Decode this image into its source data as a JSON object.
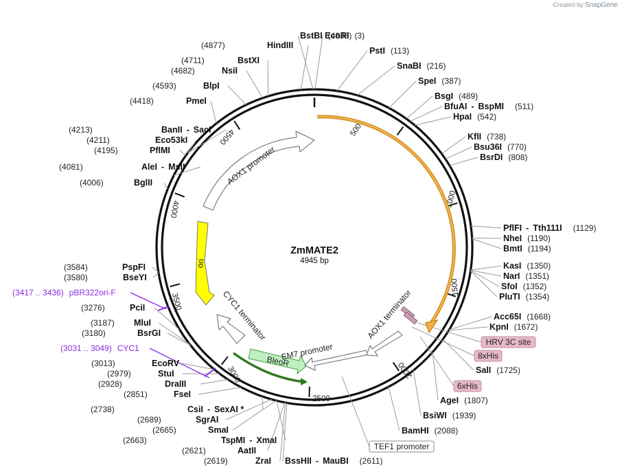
{
  "watermark": {
    "prefix": "Created by",
    "brand": "SnapGene"
  },
  "plasmid": {
    "name": "ZmMATE2",
    "size_label": "4945 bp",
    "length": 4945
  },
  "colors": {
    "orf": "#f2b24a",
    "orf_outline": "#c98a1e",
    "ori": "#ffff00",
    "bleor": "#bfeec0",
    "bleor_outline": "#44a044",
    "tag_fill": "#e6b8c8",
    "primer": "#8a2be2"
  },
  "tick_labels": [
    "500",
    "1000",
    "1500",
    "2000",
    "2500",
    "3000",
    "3500",
    "4000",
    "4500"
  ],
  "sites": [
    {
      "name": "BstBI",
      "pos": "(4938)"
    },
    {
      "name": "EcoRI",
      "pos": "(3)"
    },
    {
      "name": "PstI",
      "pos": "(113)"
    },
    {
      "name": "SnaBI",
      "pos": "(216)"
    },
    {
      "name": "SpeI",
      "pos": "(387)"
    },
    {
      "name": "BsgI",
      "pos": "(489)"
    },
    {
      "name": "BfuAI",
      "name2": "BspMI",
      "pos": "(511)"
    },
    {
      "name": "HpaI",
      "pos": "(542)"
    },
    {
      "name": "KflI",
      "pos": "(738)"
    },
    {
      "name": "Bsu36I",
      "pos": "(770)"
    },
    {
      "name": "BsrDI",
      "pos": "(808)"
    },
    {
      "name": "PflFI",
      "name2": "Tth111I",
      "pos": "(1129)"
    },
    {
      "name": "NheI",
      "pos": "(1190)"
    },
    {
      "name": "BmtI",
      "pos": "(1194)"
    },
    {
      "name": "KasI",
      "pos": "(1350)"
    },
    {
      "name": "NarI",
      "pos": "(1351)"
    },
    {
      "name": "SfoI",
      "pos": "(1352)"
    },
    {
      "name": "PluTI",
      "pos": "(1354)"
    },
    {
      "name": "Acc65I",
      "pos": "(1668)"
    },
    {
      "name": "KpnI",
      "pos": "(1672)"
    },
    {
      "name": "SalI",
      "pos": "(1725)"
    },
    {
      "name": "AgeI",
      "pos": "(1807)"
    },
    {
      "name": "BsiWI",
      "pos": "(1939)"
    },
    {
      "name": "BamHI",
      "pos": "(2088)"
    },
    {
      "name": "BssHII",
      "name2": "MauBI",
      "pos": "(2611)"
    },
    {
      "name": "ZraI",
      "pos": "(2619)"
    },
    {
      "name": "AatII",
      "pos": "(2621)"
    },
    {
      "name": "TspMI",
      "name2": "XmaI",
      "pos": "(2663)"
    },
    {
      "name": "SmaI",
      "pos": "(2665)"
    },
    {
      "name": "SgrAI",
      "pos": "(2689)"
    },
    {
      "name": "CsiI",
      "name2": "SexAI *",
      "pos": "(2738)"
    },
    {
      "name": "FseI",
      "pos": "(2851)"
    },
    {
      "name": "DraIII",
      "pos": "(2928)"
    },
    {
      "name": "StuI",
      "pos": "(2979)"
    },
    {
      "name": "EcoRV",
      "pos": "(3013)"
    },
    {
      "name": "BsrGI",
      "pos": "(3180)"
    },
    {
      "name": "MluI",
      "pos": "(3187)"
    },
    {
      "name": "PciI",
      "pos": "(3276)"
    },
    {
      "name": "BseYI",
      "pos": "(3580)"
    },
    {
      "name": "PspFI",
      "pos": "(3584)"
    },
    {
      "name": "BglII",
      "pos": "(4006)"
    },
    {
      "name": "AleI",
      "name2": "MslI",
      "pos": "(4081)"
    },
    {
      "name": "PflMI",
      "pos": "(4195)"
    },
    {
      "name": "Eco53kI",
      "pos": "(4211)"
    },
    {
      "name": "BanII",
      "name2": "SacI",
      "pos": "(4213)"
    },
    {
      "name": "PmeI",
      "pos": "(4418)"
    },
    {
      "name": "BlpI",
      "pos": "(4593)"
    },
    {
      "name": "NsiI",
      "pos": "(4682)"
    },
    {
      "name": "BstXI",
      "pos": "(4711)"
    },
    {
      "name": "HindIII",
      "pos": "(4877)"
    }
  ],
  "primers": [
    {
      "range": "(3417 .. 3436)",
      "name": "pBR322ori-F"
    },
    {
      "range": "(3031 .. 3049)",
      "name": "CYC1"
    }
  ],
  "features": {
    "aox1_promoter": "AOX1 promoter",
    "ori": "ori",
    "cyc1_terminator": "CYC1 terminator",
    "em7_promoter": "EM7 promoter",
    "bleor": "BleoR",
    "aox1_terminator": "AOX1 terminator"
  },
  "boxed_features": [
    "HRV 3C site",
    "8xHis",
    "6xHis",
    "TEF1 promoter"
  ]
}
